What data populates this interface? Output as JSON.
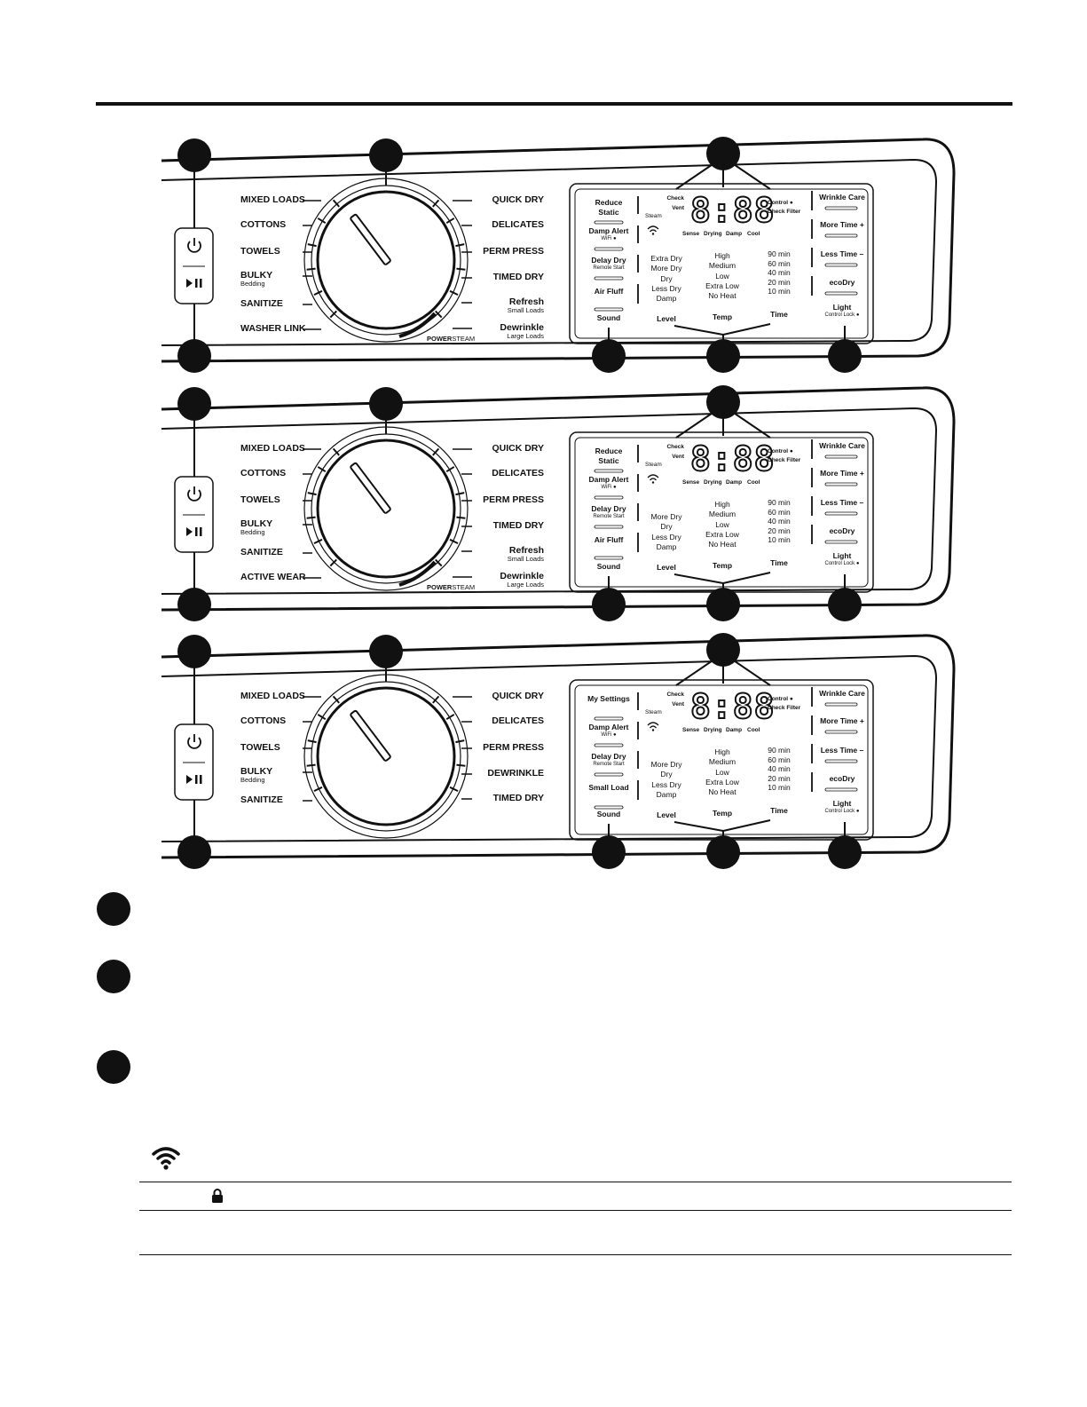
{
  "panels": [
    {
      "left_labels": [
        {
          "text": "MIXED LOADS"
        },
        {
          "text": "COTTONS"
        },
        {
          "text": "TOWELS"
        },
        {
          "text": "BULKY",
          "sub": "Bedding"
        },
        {
          "text": "SANITIZE"
        },
        {
          "text": "WASHER LINK"
        }
      ],
      "right_labels": [
        {
          "text": "QUICK DRY"
        },
        {
          "text": "DELICATES"
        },
        {
          "text": "PERM PRESS"
        },
        {
          "text": "TIMED DRY"
        },
        {
          "text": "Refresh",
          "sub": "Small Loads"
        },
        {
          "text": "Dewrinkle",
          "sub": "Large Loads"
        }
      ],
      "power_steam": {
        "bold": "POWER",
        "rest": "STEAM"
      },
      "display": {
        "left_buttons": [
          {
            "text": "Reduce Static"
          },
          {
            "text": "Damp Alert",
            "sub": "WiFi ●"
          },
          {
            "text": "Delay Dry",
            "sub": "Remote Start"
          },
          {
            "text": "Air Fluff"
          },
          {
            "text": "Sound"
          }
        ],
        "level_options": [
          "Extra Dry",
          "More Dry",
          "Dry",
          "Less Dry",
          "Damp"
        ],
        "level_label": "Level"
      }
    },
    {
      "left_labels": [
        {
          "text": "MIXED LOADS"
        },
        {
          "text": "COTTONS"
        },
        {
          "text": "TOWELS"
        },
        {
          "text": "BULKY",
          "sub": "Bedding"
        },
        {
          "text": "SANITIZE"
        },
        {
          "text": "ACTIVE WEAR"
        }
      ],
      "right_labels": [
        {
          "text": "QUICK DRY"
        },
        {
          "text": "DELICATES"
        },
        {
          "text": "PERM PRESS"
        },
        {
          "text": "TIMED DRY"
        },
        {
          "text": "Refresh",
          "sub": "Small Loads"
        },
        {
          "text": "Dewrinkle",
          "sub": "Large Loads"
        }
      ],
      "power_steam": {
        "bold": "POWER",
        "rest": "STEAM"
      },
      "display": {
        "left_buttons": [
          {
            "text": "Reduce Static"
          },
          {
            "text": "Damp Alert",
            "sub": "WiFi ●"
          },
          {
            "text": "Delay Dry",
            "sub": "Remote Start"
          },
          {
            "text": "Air Fluff"
          },
          {
            "text": "Sound"
          }
        ],
        "level_options": [
          "More Dry",
          "Dry",
          "Less Dry",
          "Damp"
        ],
        "level_label": "Level"
      }
    },
    {
      "left_labels": [
        {
          "text": "MIXED LOADS"
        },
        {
          "text": "COTTONS"
        },
        {
          "text": "TOWELS"
        },
        {
          "text": "BULKY",
          "sub": "Bedding"
        },
        {
          "text": "SANITIZE"
        }
      ],
      "right_labels": [
        {
          "text": "QUICK DRY"
        },
        {
          "text": "DELICATES"
        },
        {
          "text": "PERM PRESS"
        },
        {
          "text": "DEWRINKLE"
        },
        {
          "text": "TIMED DRY"
        }
      ],
      "display": {
        "left_buttons": [
          {
            "text": "My Settings"
          },
          {
            "text": "Damp Alert",
            "sub": "WiFi ●"
          },
          {
            "text": "Delay Dry",
            "sub": "Remote Start"
          },
          {
            "text": "Small Load"
          },
          {
            "text": "Sound"
          }
        ],
        "level_options": [
          "More Dry",
          "Dry",
          "Less Dry",
          "Damp"
        ],
        "level_label": "Level"
      }
    }
  ],
  "common_display": {
    "check_vent": "Check Vent",
    "steam": "Steam",
    "digits": "8:88",
    "control_lock": "Control ●",
    "check_filter": "Check Filter",
    "status": [
      "Sense",
      "Drying",
      "Damp",
      "Cool"
    ],
    "temp_options": [
      "High",
      "Medium",
      "Low",
      "Extra Low",
      "No Heat"
    ],
    "temp_label": "Temp",
    "time_options": [
      "90 min",
      "60 min",
      "40 min",
      "20 min",
      "10 min"
    ],
    "time_label": "Time",
    "right_buttons": [
      {
        "text": "Wrinkle Care"
      },
      {
        "text": "More Time +"
      },
      {
        "text": "Less Time –"
      },
      {
        "text": "ecoDry"
      },
      {
        "text": "Light",
        "sub": "Control Lock ●"
      }
    ]
  },
  "icons": [
    "power-icon",
    "play-pause-icon",
    "wifi-icon",
    "lock-icon"
  ],
  "colors": {
    "ink": "#111111",
    "paper": "#ffffff"
  }
}
